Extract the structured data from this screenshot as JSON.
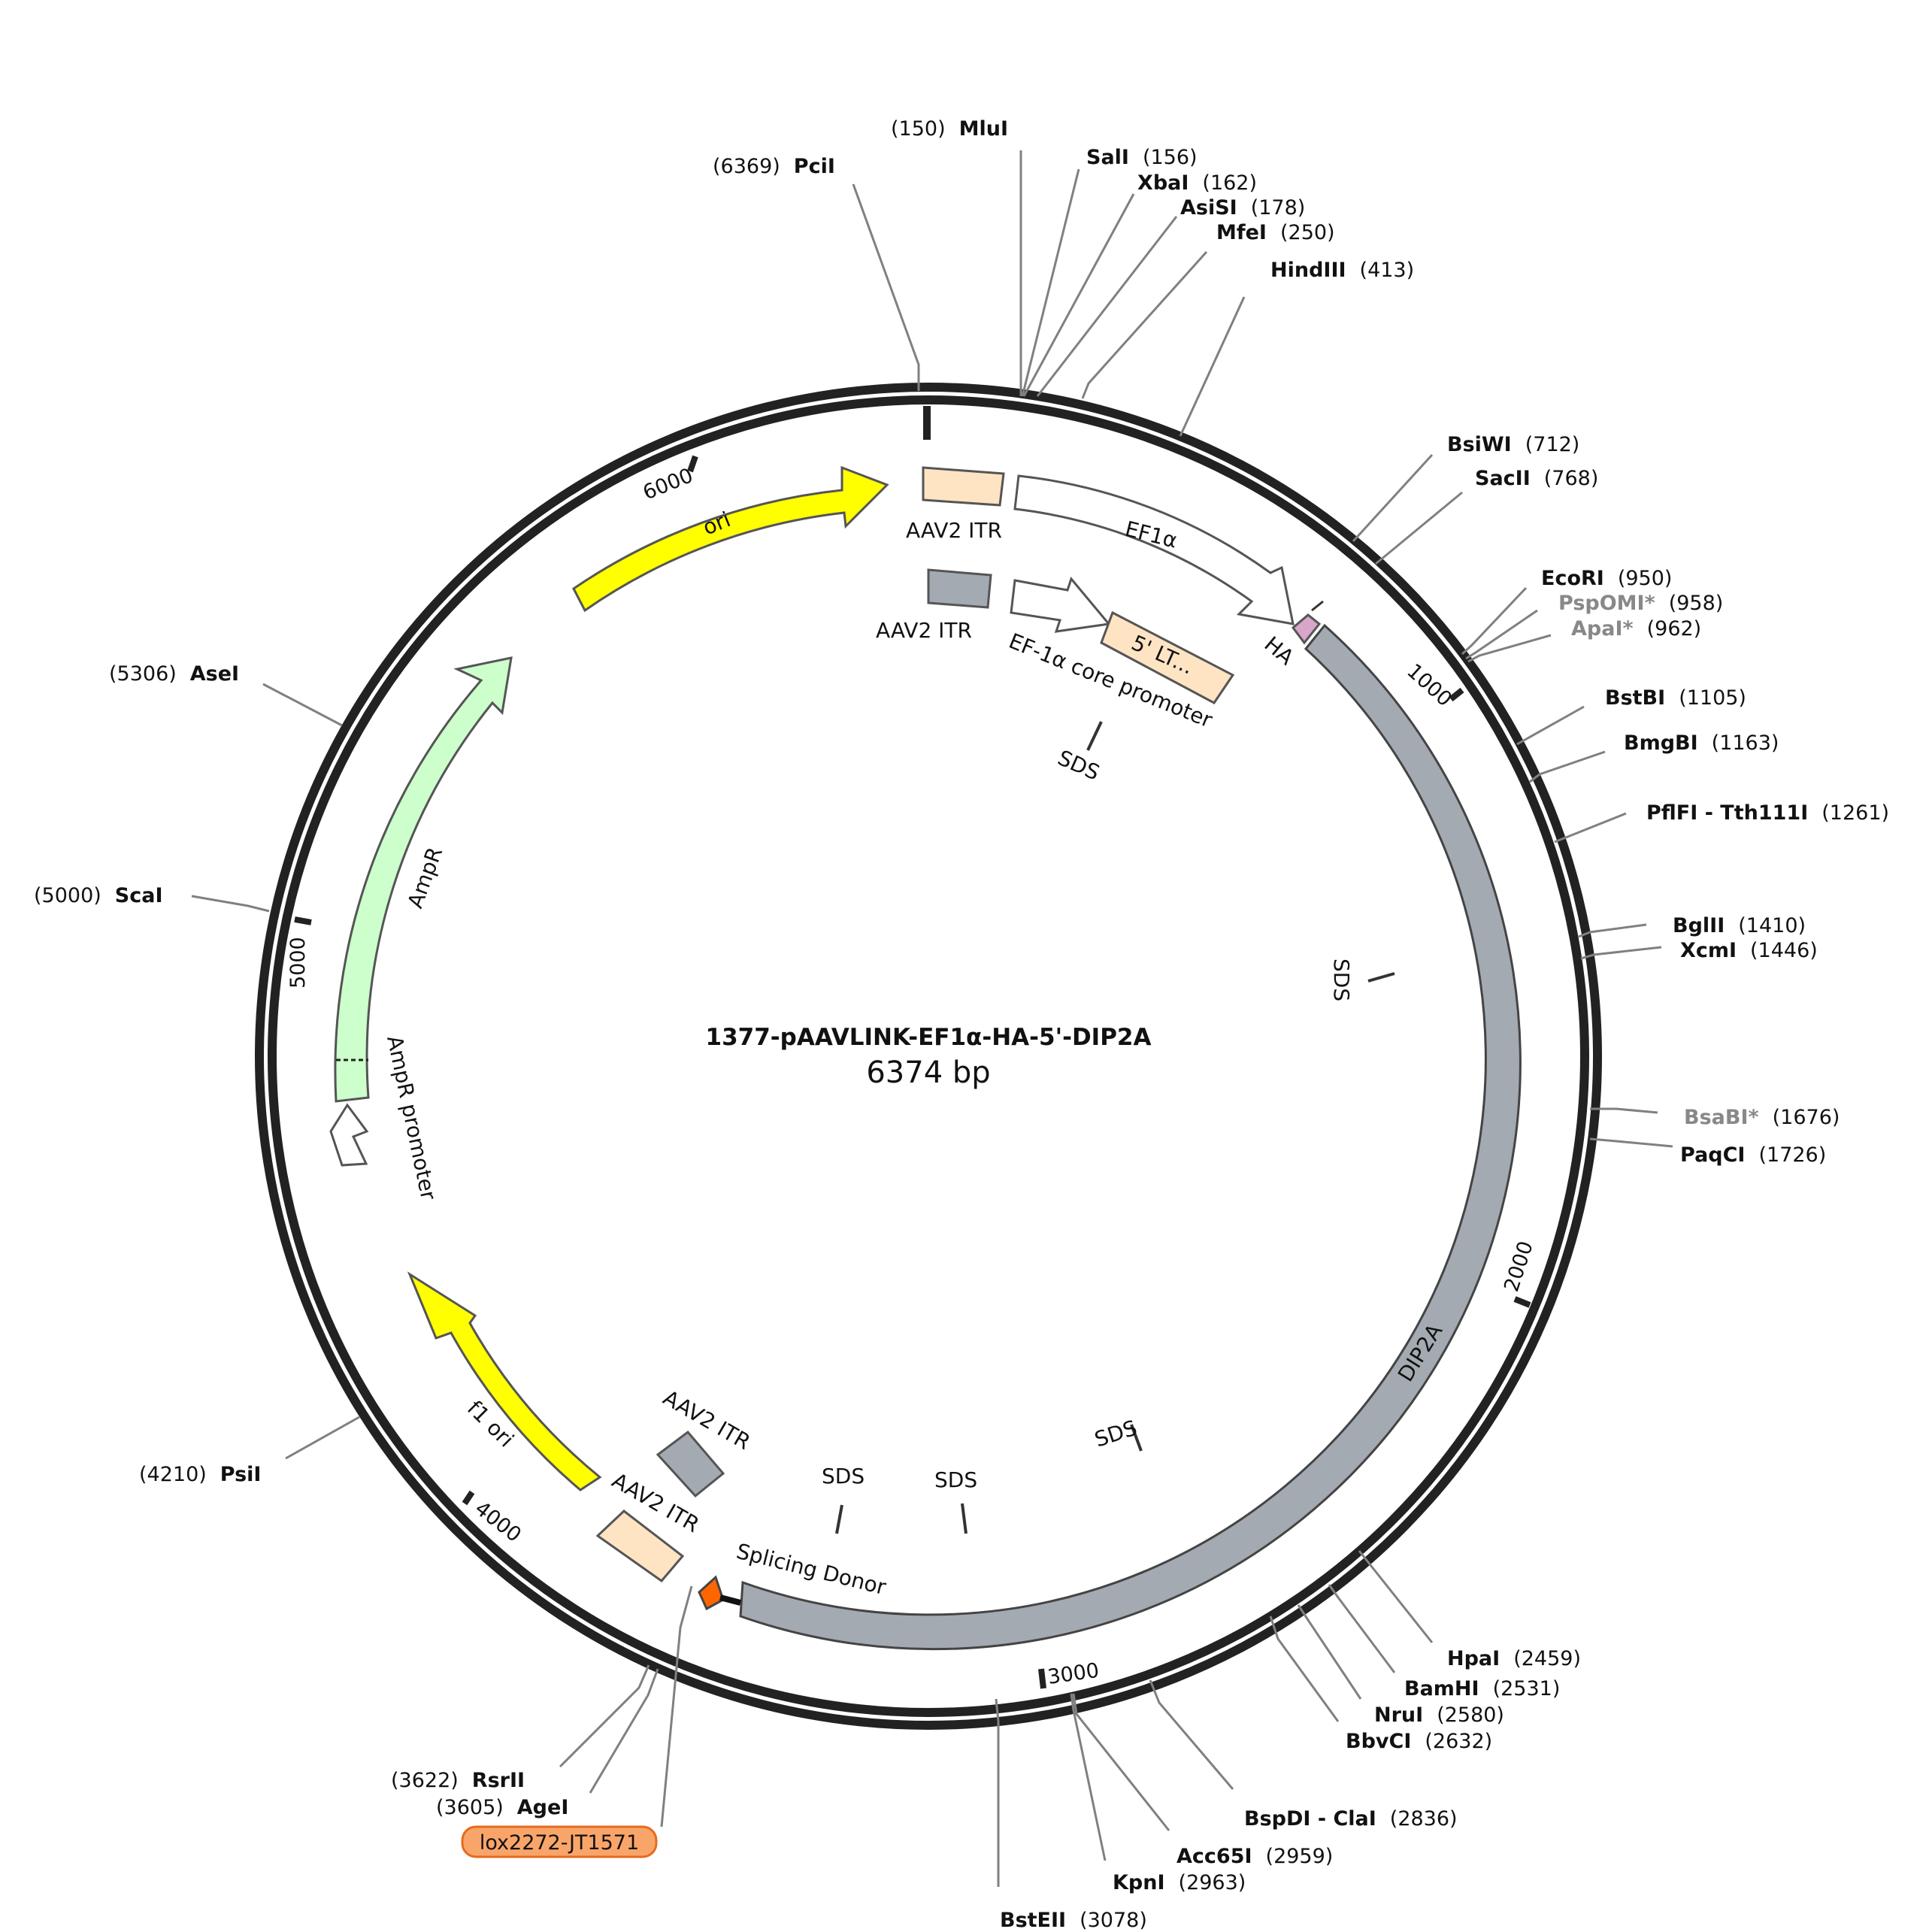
{
  "plasmid": {
    "name": "1377-pAAVLINK-EF1α-HA-5'-DIP2A",
    "size_label": "6374 bp",
    "length_bp": 6374
  },
  "ticks": [
    "1000",
    "2000",
    "3000",
    "4000",
    "5000",
    "6000"
  ],
  "feature_labels": {
    "ori": "ori",
    "aav_itr_1": "AAV2 ITR",
    "ef1a": "EF1α",
    "aav_itr_2": "AAV2 ITR",
    "ef1a_core": "EF-1α core promoter",
    "five_lt": "5' LT...",
    "ha": "HA",
    "sds_1": "SDS",
    "sds_2": "SDS",
    "sds_3": "SDS",
    "sds_4": "SDS",
    "sds_5": "SDS",
    "dip2a": "DIP2A",
    "splicing_donor": "Splicing Donor",
    "aav_itr_3": "AAV2 ITR",
    "aav_itr_4": "AAV2 ITR",
    "f1_ori": "f1 ori",
    "ampr": "AmpR",
    "ampr_promoter": "AmpR promoter",
    "lox": "lox2272-JT1571"
  },
  "colors": {
    "ori": "#ffff00",
    "aav_itr_light": "#ffe4c4",
    "aav_itr_dark": "#a4aab2",
    "dip2a": "#a4aab2",
    "ha": "#d8a6c8",
    "ampr": "#ccffcc",
    "splicing_donor": "#ff6600",
    "lox": "#f9a56a"
  },
  "sites": [
    {
      "enzyme": "MluI",
      "pos": "(150)",
      "dim": false
    },
    {
      "enzyme": "PciI",
      "pos": "(6369)",
      "dim": false
    },
    {
      "enzyme": "SalI",
      "pos": "(156)",
      "dim": false
    },
    {
      "enzyme": "XbaI",
      "pos": "(162)",
      "dim": false
    },
    {
      "enzyme": "AsiSI",
      "pos": "(178)",
      "dim": false
    },
    {
      "enzyme": "MfeI",
      "pos": "(250)",
      "dim": false
    },
    {
      "enzyme": "HindIII",
      "pos": "(413)",
      "dim": false
    },
    {
      "enzyme": "BsiWI",
      "pos": "(712)",
      "dim": false
    },
    {
      "enzyme": "SacII",
      "pos": "(768)",
      "dim": false
    },
    {
      "enzyme": "EcoRI",
      "pos": "(950)",
      "dim": false
    },
    {
      "enzyme": "PspOMI*",
      "pos": "(958)",
      "dim": true
    },
    {
      "enzyme": "ApaI*",
      "pos": "(962)",
      "dim": true
    },
    {
      "enzyme": "BstBI",
      "pos": "(1105)",
      "dim": false
    },
    {
      "enzyme": "BmgBI",
      "pos": "(1163)",
      "dim": false
    },
    {
      "enzyme": "PflFI - Tth111I",
      "pos": "(1261)",
      "dim": false
    },
    {
      "enzyme": "BglII",
      "pos": "(1410)",
      "dim": false
    },
    {
      "enzyme": "XcmI",
      "pos": "(1446)",
      "dim": false
    },
    {
      "enzyme": "BsaBI*",
      "pos": "(1676)",
      "dim": true
    },
    {
      "enzyme": "PaqCI",
      "pos": "(1726)",
      "dim": false
    },
    {
      "enzyme": "HpaI",
      "pos": "(2459)",
      "dim": false
    },
    {
      "enzyme": "BamHI",
      "pos": "(2531)",
      "dim": false
    },
    {
      "enzyme": "NruI",
      "pos": "(2580)",
      "dim": false
    },
    {
      "enzyme": "BbvCI",
      "pos": "(2632)",
      "dim": false
    },
    {
      "enzyme": "BspDI - ClaI",
      "pos": "(2836)",
      "dim": false
    },
    {
      "enzyme": "Acc65I",
      "pos": "(2959)",
      "dim": false
    },
    {
      "enzyme": "KpnI",
      "pos": "(2963)",
      "dim": false
    },
    {
      "enzyme": "BstEII",
      "pos": "(3078)",
      "dim": false
    },
    {
      "enzyme": "RsrII",
      "pos": "(3622)",
      "dim": false
    },
    {
      "enzyme": "AgeI",
      "pos": "(3605)",
      "dim": false
    },
    {
      "enzyme": "PsiI",
      "pos": "(4210)",
      "dim": false
    },
    {
      "enzyme": "ScaI",
      "pos": "(5000)",
      "dim": false
    },
    {
      "enzyme": "AseI",
      "pos": "(5306)",
      "dim": false
    }
  ]
}
